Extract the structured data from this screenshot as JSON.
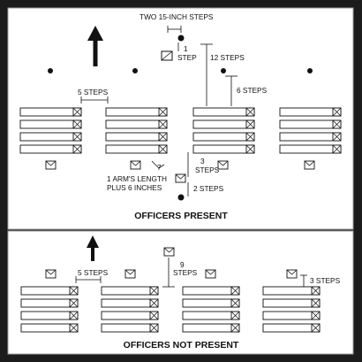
{
  "captions": {
    "top": "OFFICERS PRESENT",
    "bottom": "OFFICERS NOT PRESENT"
  },
  "top_labels": {
    "two_steps": "TWO 15-INCH STEPS",
    "one_step_a": "1",
    "one_step_b": "STEP",
    "twelve_steps": "12 STEPS",
    "six_steps": "6 STEPS",
    "five_steps": "5 STEPS",
    "three_steps_a": "3",
    "three_steps_b": "STEPS",
    "two_steps_small": "2 STEPS",
    "arm_a": "1 ARM'S LENGTH",
    "arm_b": "PLUS 6 INCHES",
    "arm_num": "7"
  },
  "bottom_labels": {
    "five_steps": "5 STEPS",
    "nine_a": "9",
    "nine_b": "STEPS",
    "three_steps": "3 STEPS"
  },
  "colors": {
    "border": "#1c1c1c",
    "panel": "#ffffff",
    "ink": "#111111",
    "gray": "#8a8a8a"
  },
  "symbols": {
    "officer": "filled-circle",
    "guidon": "envelope-box",
    "rank": "long-rectangle-with-x",
    "direction": "up-arrow"
  }
}
